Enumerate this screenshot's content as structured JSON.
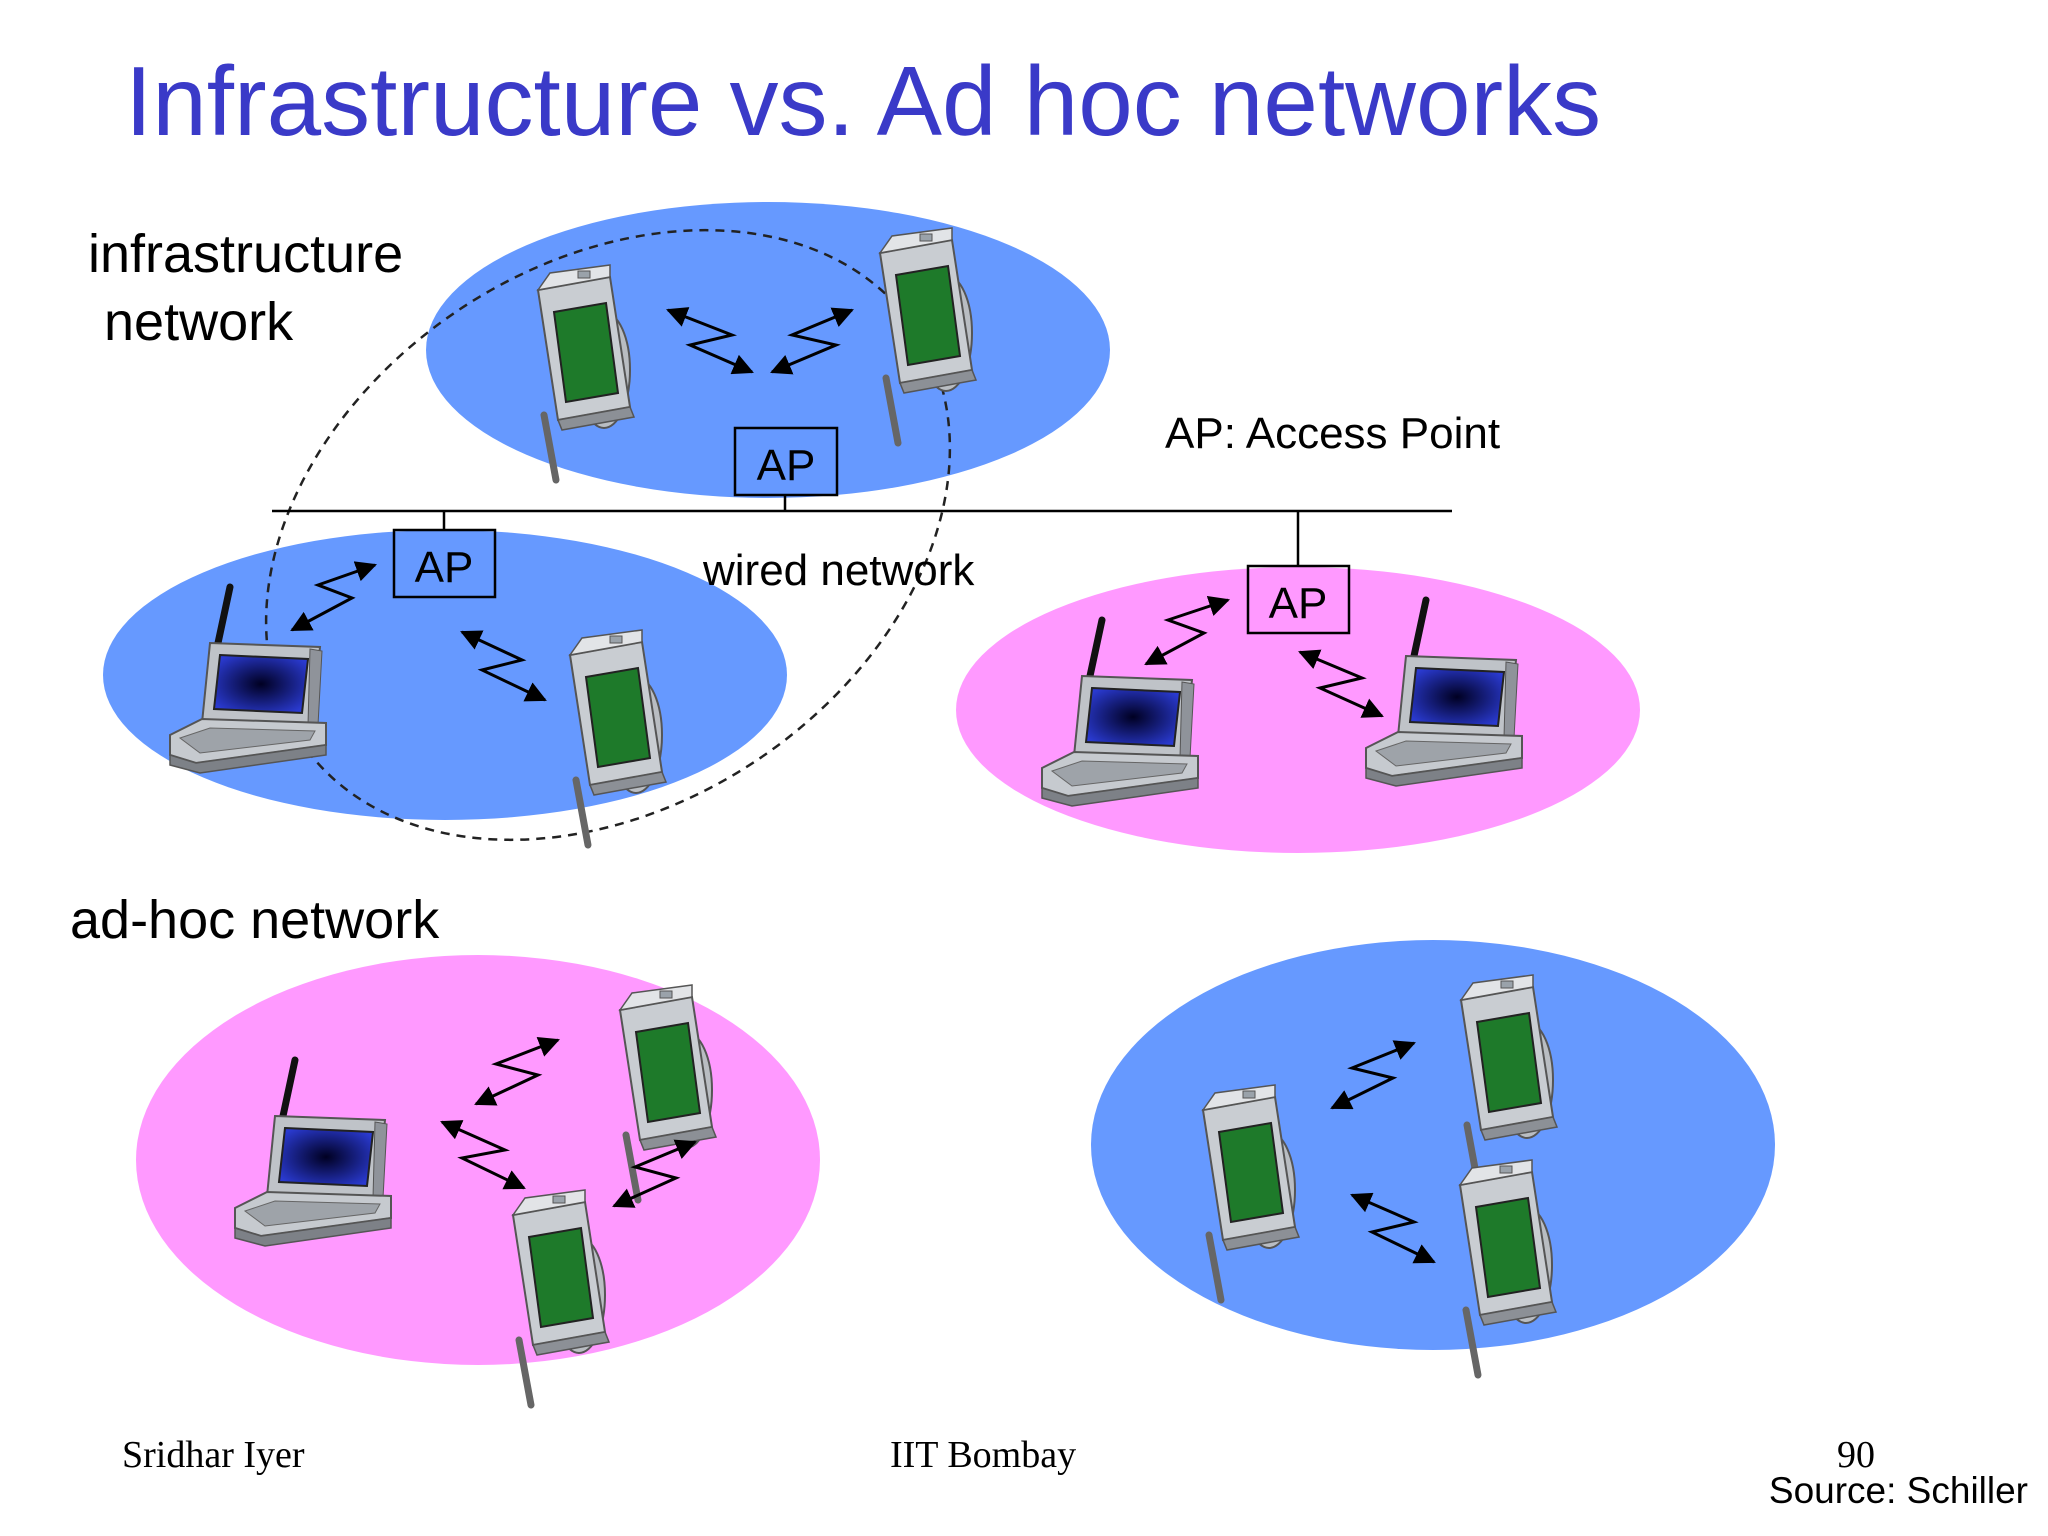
{
  "title": "Infrastructure vs. Ad hoc networks",
  "labels": {
    "infrastructure_line1": "infrastructure",
    "infrastructure_line2": "network",
    "adhoc": "ad-hoc network",
    "ap_legend": "AP: Access Point",
    "wired": "wired network"
  },
  "access_points": [
    {
      "label": "AP"
    },
    {
      "label": "AP"
    },
    {
      "label": "AP"
    }
  ],
  "footer": {
    "author": "Sridhar Iyer",
    "institution": "IIT Bombay",
    "page_number": "90",
    "source": "Source: Schiller"
  },
  "colors": {
    "title": "#3a3ac8",
    "cell_blue": "#6699ff",
    "cell_pink": "#ff99ff",
    "pda_screen": "#1e7a2a",
    "laptop_screen": "#1a2a9a"
  },
  "icons": {
    "pda": "pda-icon",
    "laptop": "laptop-icon",
    "wireless_link": "wireless-link-icon"
  }
}
